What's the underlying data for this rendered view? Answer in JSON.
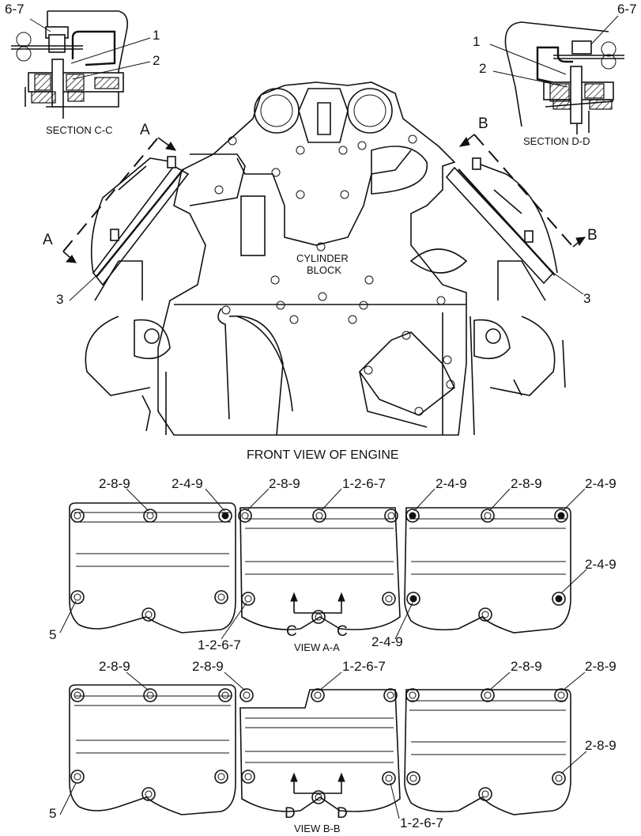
{
  "section_c": {
    "caption": "SECTION C-C",
    "callouts": [
      "6-7",
      "1",
      "2"
    ]
  },
  "section_d": {
    "caption": "SECTION D-D",
    "callouts": [
      "6-7",
      "1",
      "2"
    ]
  },
  "front_view": {
    "title": "FRONT VIEW OF ENGINE",
    "block_label_line1": "CYLINDER",
    "block_label_line2": "BLOCK",
    "section_a_marker": "A",
    "section_b_marker": "B",
    "left_callout": "3",
    "right_callout": "3"
  },
  "view_a": {
    "caption": "VIEW A-A",
    "cut_marker": "C",
    "callouts": [
      "2-8-9",
      "2-4-9",
      "2-8-9",
      "1-2-6-7",
      "2-4-9",
      "2-8-9",
      "2-4-9",
      "2-4-9",
      "5",
      "1-2-6-7",
      "2-4-9"
    ]
  },
  "view_b": {
    "caption": "VIEW B-B",
    "cut_marker": "D",
    "callouts": [
      "2-8-9",
      "2-8-9",
      "1-2-6-7",
      "2-8-9",
      "2-8-9",
      "2-8-9",
      "5",
      "1-2-6-7"
    ]
  }
}
